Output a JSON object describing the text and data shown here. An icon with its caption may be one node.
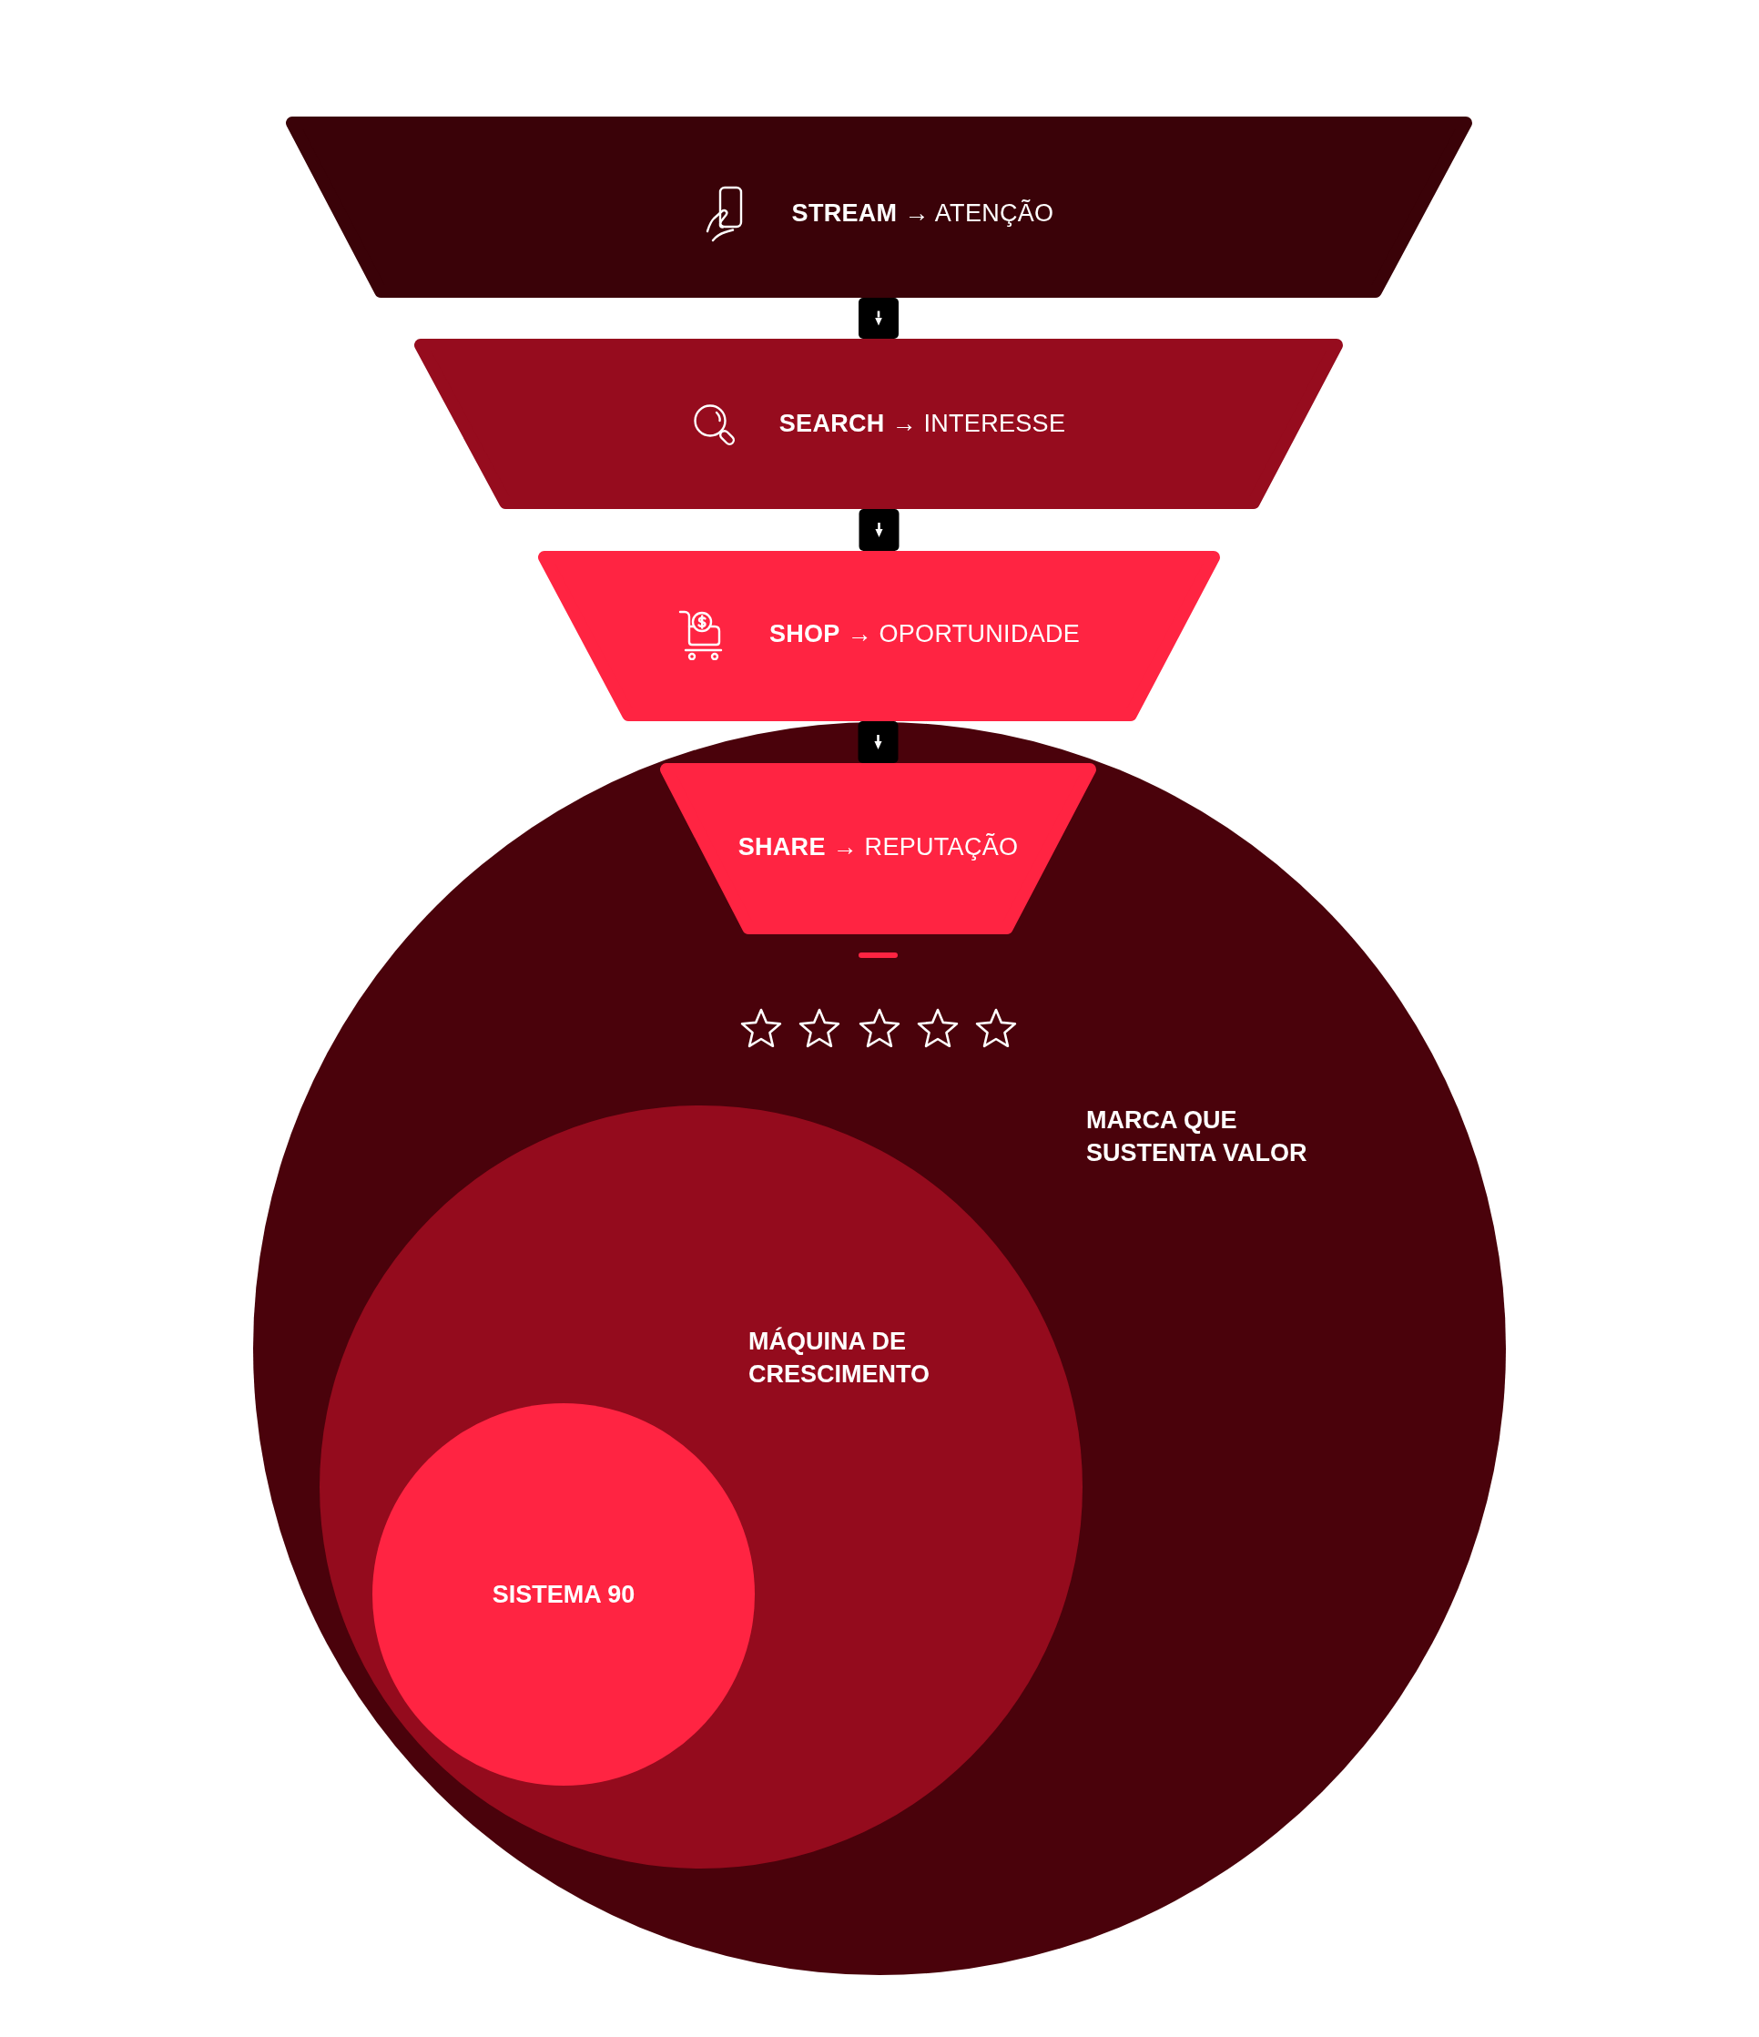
{
  "diagram": {
    "nodes": [
      {
        "text": [
          "**STREAM** → ATENÇÃO"
        ]
      },
      {
        "text": [
          "**SEARCH** → INTERESSE"
        ]
      },
      {
        "text": [
          "**SHOP** → OPORTUNIDADE"
        ]
      },
      {
        "text": [
          "MARCA QUE SUSTENTA VALOR"
        ]
      },
      {
        "text": [
          "**SHARE** → REPUTAÇÃO"
        ],
        "in": 3
      },
      {
        "text": [
          "MÁQUINA DE CRESCIMENTO"
        ],
        "in": 3
      },
      {
        "text": [
          "SISTEMA 90"
        ],
        "in": 5
      }
    ],
    "edges": [
      {
        "from": 0,
        "to": 1,
        "arrow": "to"
      },
      {
        "from": 1,
        "to": 2,
        "arrow": "to"
      },
      {
        "from": 2,
        "to": 4,
        "arrow": "to"
      }
    ]
  }
}
